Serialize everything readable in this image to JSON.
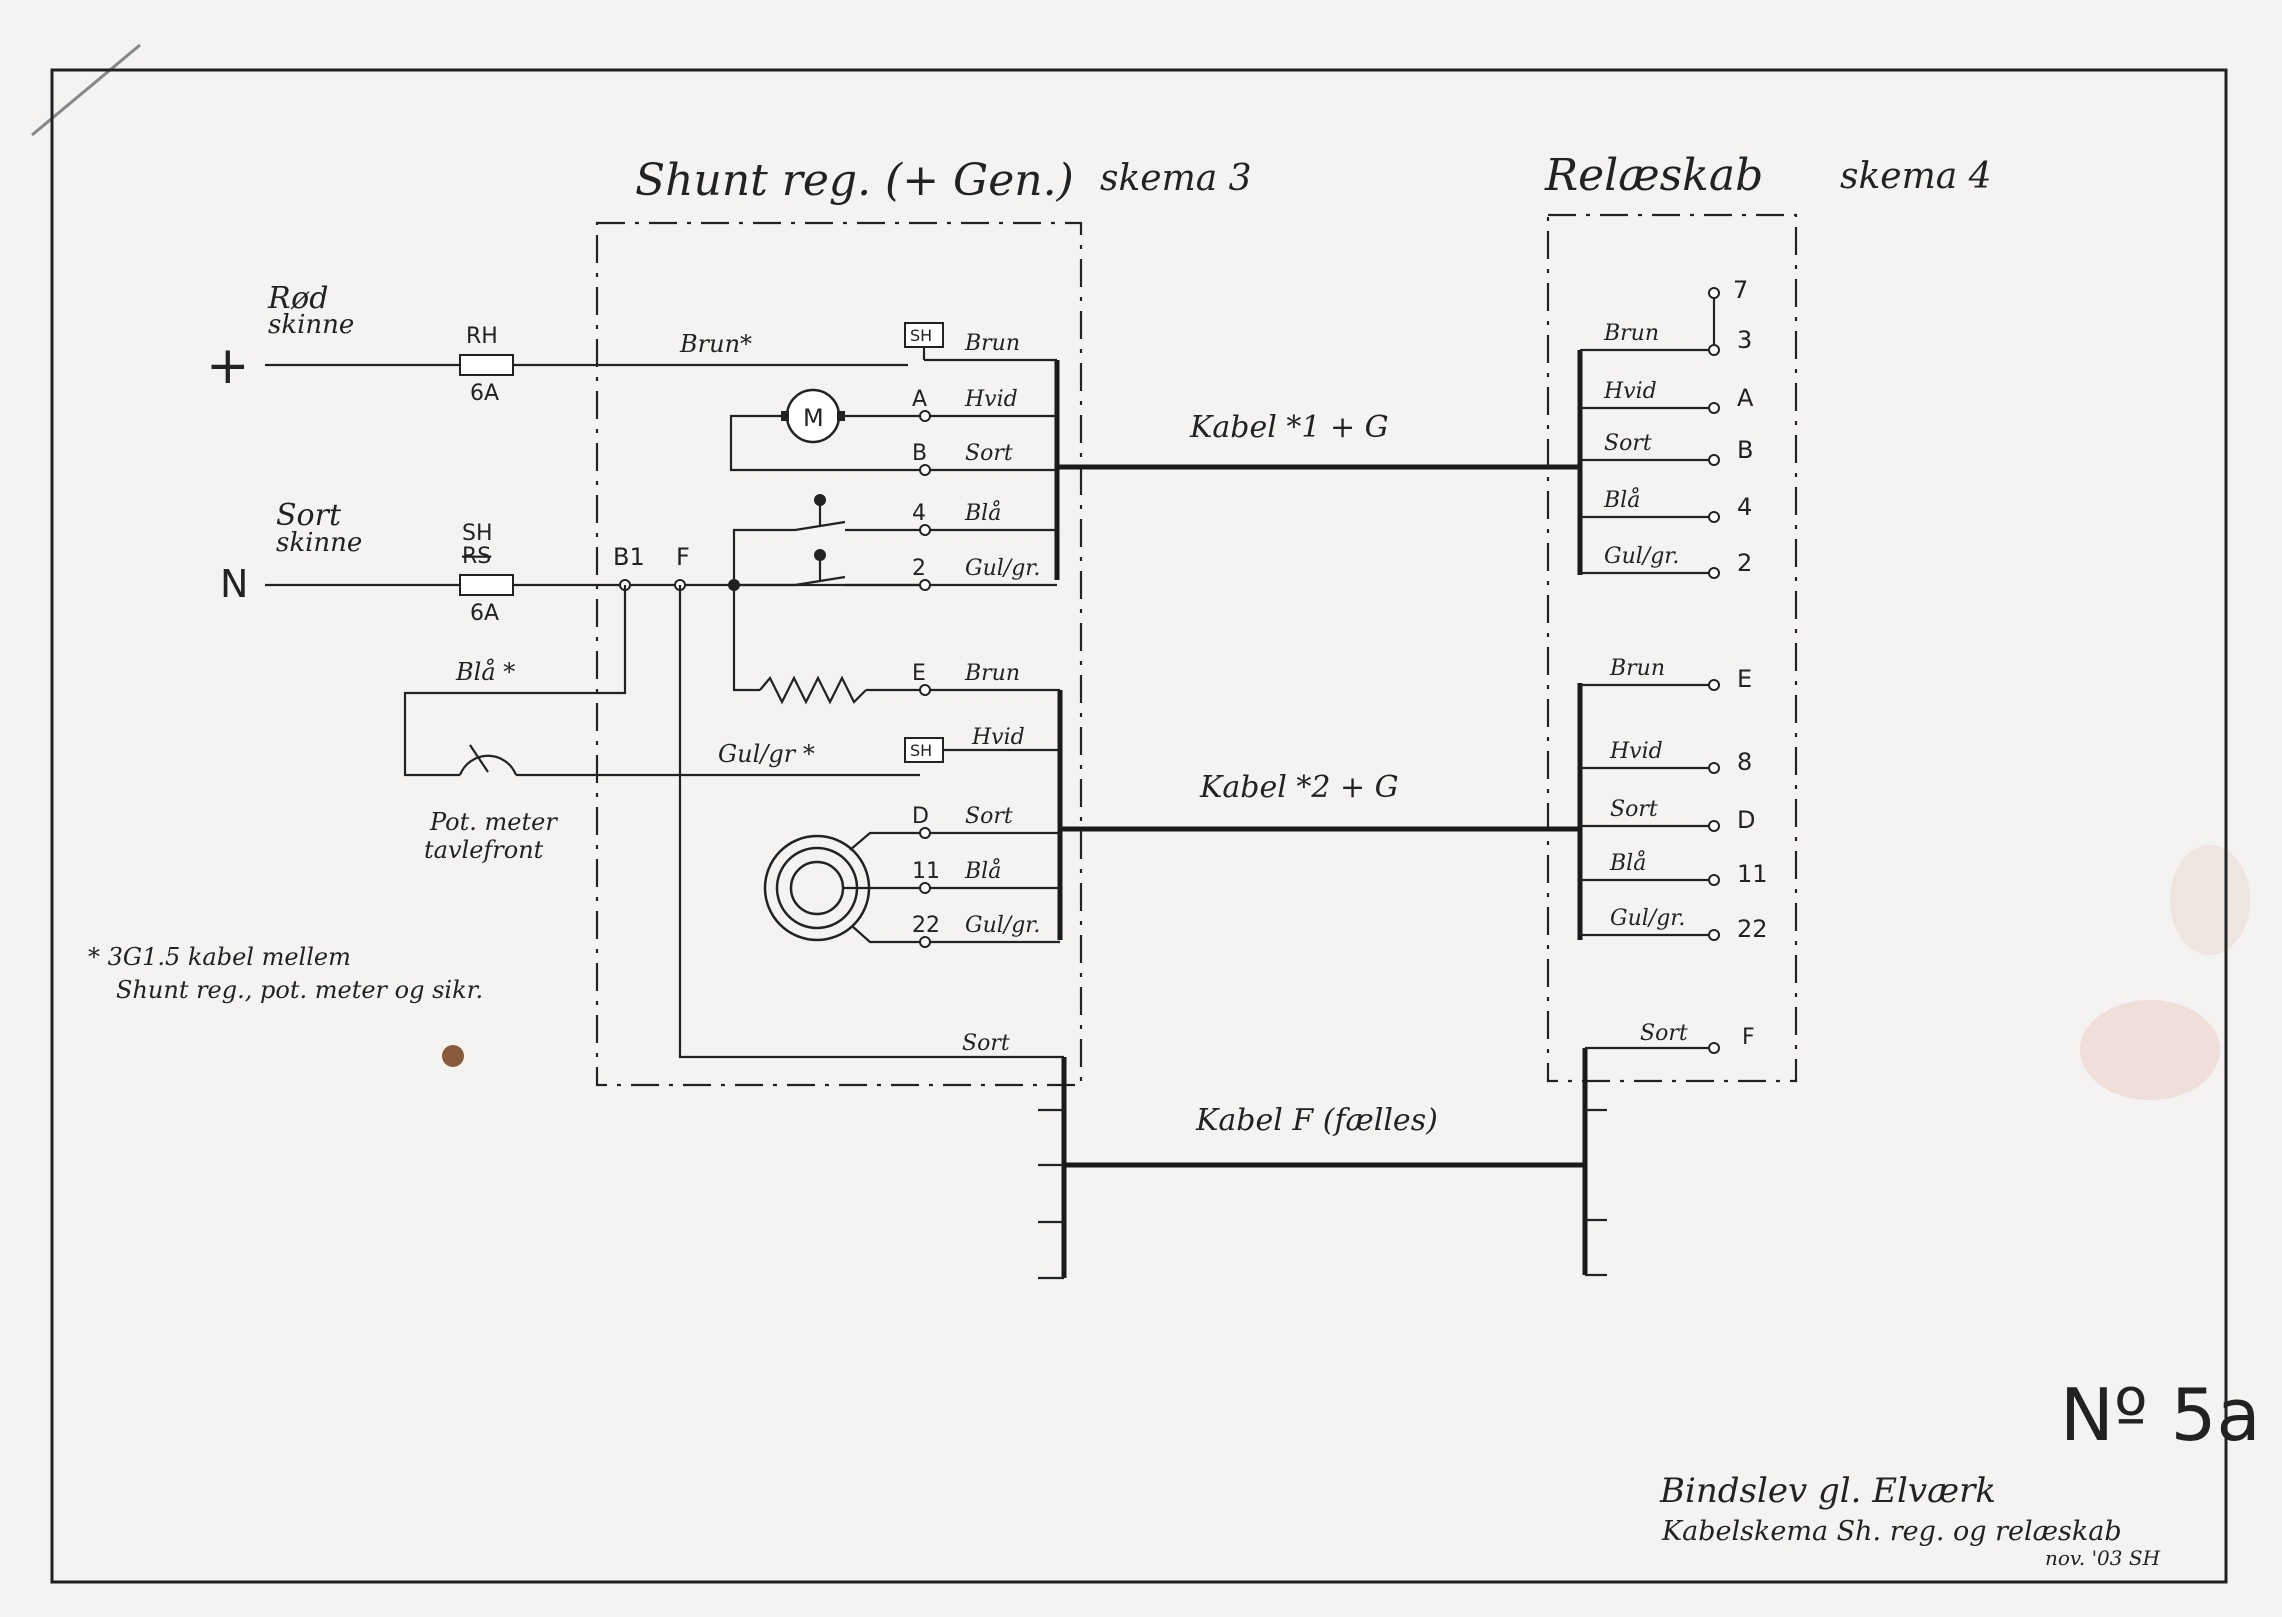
{
  "colors": {
    "paper": "#f4f3f1",
    "ink": "#222222",
    "smudge": "#c97a72"
  },
  "headers": {
    "left_title": "Shunt reg. (+ Gen.)",
    "left_scheme": "skema 3",
    "right_title": "Relæskab",
    "right_scheme": "skema 4"
  },
  "supply": {
    "rod_label": "Rød",
    "rod_sub": "skinne",
    "plus_symbol": "+",
    "sort_label": "Sort",
    "sort_sub": "skinne",
    "n_symbol": "N",
    "fuse1_top": "RH",
    "fuse1_bottom": "6A",
    "fuse2_top": "SH",
    "fuse2_struck": "RS",
    "fuse2_bottom": "6A",
    "junction_b1": "B1",
    "junction_f": "F"
  },
  "shunt_group1": {
    "brun_star": "Brun*",
    "sh_box": "SH",
    "motor": "M",
    "terminals": [
      {
        "id": "",
        "color": "Brun"
      },
      {
        "id": "A",
        "color": "Hvid"
      },
      {
        "id": "B",
        "color": "Sort"
      },
      {
        "id": "4",
        "color": "Blå"
      },
      {
        "id": "2",
        "color": "Gul/gr."
      }
    ]
  },
  "shunt_group2": {
    "sh_box": "SH",
    "terminals": [
      {
        "id": "E",
        "color": "Brun"
      },
      {
        "id": "",
        "color": "Hvid"
      },
      {
        "id": "D",
        "color": "Sort"
      },
      {
        "id": "11",
        "color": "Blå"
      },
      {
        "id": "22",
        "color": "Gul/gr."
      }
    ],
    "sort_f": "Sort"
  },
  "pot": {
    "bla_star": "Blå *",
    "gul_star": "Gul/gr *",
    "label_line1": "Pot. meter",
    "label_line2": "tavlefront"
  },
  "cables": {
    "cable1": "Kabel *1 + G",
    "cable2": "Kabel *2 + G",
    "cable3": "Kabel F (fælles)"
  },
  "relay_group1": {
    "top_terminal": "7",
    "terminals": [
      {
        "color": "Brun",
        "id": "3"
      },
      {
        "color": "Hvid",
        "id": "A"
      },
      {
        "color": "Sort",
        "id": "B"
      },
      {
        "color": "Blå",
        "id": "4"
      },
      {
        "color": "Gul/gr.",
        "id": "2"
      }
    ]
  },
  "relay_group2": {
    "terminals": [
      {
        "color": "Brun",
        "id": "E"
      },
      {
        "color": "Hvid",
        "id": "8"
      },
      {
        "color": "Sort",
        "id": "D"
      },
      {
        "color": "Blå",
        "id": "11"
      },
      {
        "color": "Gul/gr.",
        "id": "22"
      }
    ]
  },
  "relay_group3": {
    "color": "Sort",
    "id": "F"
  },
  "footnote": {
    "line1": "* 3G1.5 kabel mellem",
    "line2": "Shunt reg., pot. meter og sikr."
  },
  "title_block": {
    "number": "Nº 5a",
    "line1": "Bindslev gl. Elværk",
    "line2": "Kabelskema Sh. reg. og relæskab",
    "line3": "nov. '03 SH"
  }
}
